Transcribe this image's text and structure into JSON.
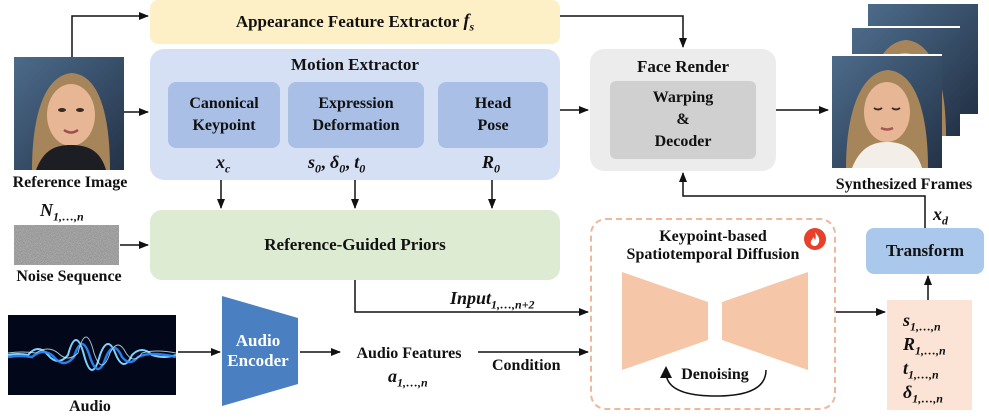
{
  "reference_image_label": "Reference Image",
  "noise_symbol": "N",
  "noise_symbol_sub": "1,…,n",
  "noise_sequence_label": "Noise Sequence",
  "audio_label": "Audio",
  "appearance_extractor": {
    "label": "Appearance Feature Extractor ",
    "symbol": "f",
    "symbol_sub": "s"
  },
  "motion_extractor": {
    "title": "Motion Extractor",
    "canonical": "Canonical Keypoint",
    "expression": "Expression Deformation",
    "headpose": "Head Pose",
    "xc": "x",
    "xc_sub": "c",
    "s0": "s",
    "delta0": "δ",
    "t0": "t",
    "zero_sub": "0",
    "sep": ", ",
    "r0": "R"
  },
  "face_render": {
    "title": "Face Render",
    "inner_line1": "Warping",
    "inner_line2": "&",
    "inner_line3": "Decoder"
  },
  "synthesized_label": "Synthesized Frames",
  "priors_label": "Reference-Guided Priors",
  "input_symbol": "Input",
  "input_sub": "1,…,n+2",
  "diffusion": {
    "title_line1": "Keypoint-based",
    "title_line2": "Spatiotemporal Diffusion",
    "denoising": "Denoising"
  },
  "audio_encoder": {
    "line1": "Audio",
    "line2": "Encoder"
  },
  "audio_features": {
    "label": "Audio Features",
    "symbol": "a",
    "sub": "1,…,n"
  },
  "condition_label": "Condition",
  "transform_label": "Transform",
  "xd": "x",
  "xd_sub": "d",
  "params": {
    "s": "s",
    "r": "R",
    "t": "t",
    "delta": "δ",
    "sub": "1,…,n"
  },
  "colors": {
    "appearance": "#fdefc6",
    "motion": "#d6e0f4",
    "motion_sub": "#a9bfe6",
    "render": "#ececec",
    "priors": "#ddebd3",
    "diffusion_dash": "#f0b79a",
    "diffusion_shape": "#f5c6a8",
    "transform": "#a9c8ec",
    "params": "#fbe4d5",
    "audio_encoder": "#4a7fc1",
    "fire": "#e8402a"
  }
}
